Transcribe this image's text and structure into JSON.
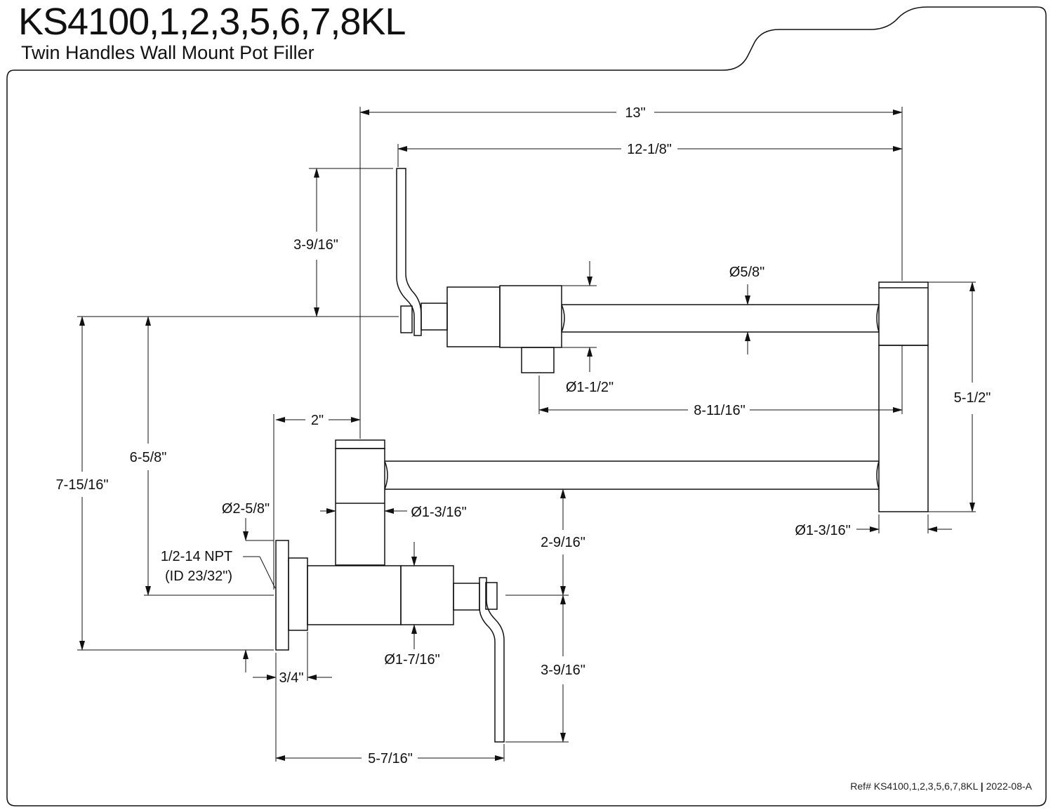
{
  "header": {
    "model": "KS4100,1,2,3,5,6,7,8KL",
    "subtitle": "Twin Handles Wall Mount Pot Filler"
  },
  "footer": {
    "ref_prefix": "Ref# ",
    "ref_model": "KS4100,1,2,3,5,6,7,8KL",
    "separator": "|",
    "revision": "2022-08-A"
  },
  "dimensions": {
    "overall_width": "13\"",
    "spout_length": "12-1/8\"",
    "upper_handle_height": "3-9/16\"",
    "spout_tube_dia": "Ø5/8\"",
    "upper_body_dia": "Ø1-1/2\"",
    "upper_arm_span": "8-11/16\"",
    "swivel_height": "5-1/2\"",
    "swivel_dia": "Ø1-3/16\"",
    "wall_offset": "2\"",
    "inlet_center_height": "6-5/8\"",
    "total_height": "7-15/16\"",
    "flange_dia": "Ø2-5/8\"",
    "elbow_dia": "Ø1-3/16\"",
    "arm_to_inlet": "2-9/16\"",
    "thread_spec_line1": "1/2-14 NPT",
    "thread_spec_line2": "(ID 23/32\")",
    "lower_handle_height": "3-9/16\"",
    "valve_body_dia": "Ø1-7/16\"",
    "flange_thickness": "3/4\"",
    "lower_projection": "5-7/16\""
  }
}
